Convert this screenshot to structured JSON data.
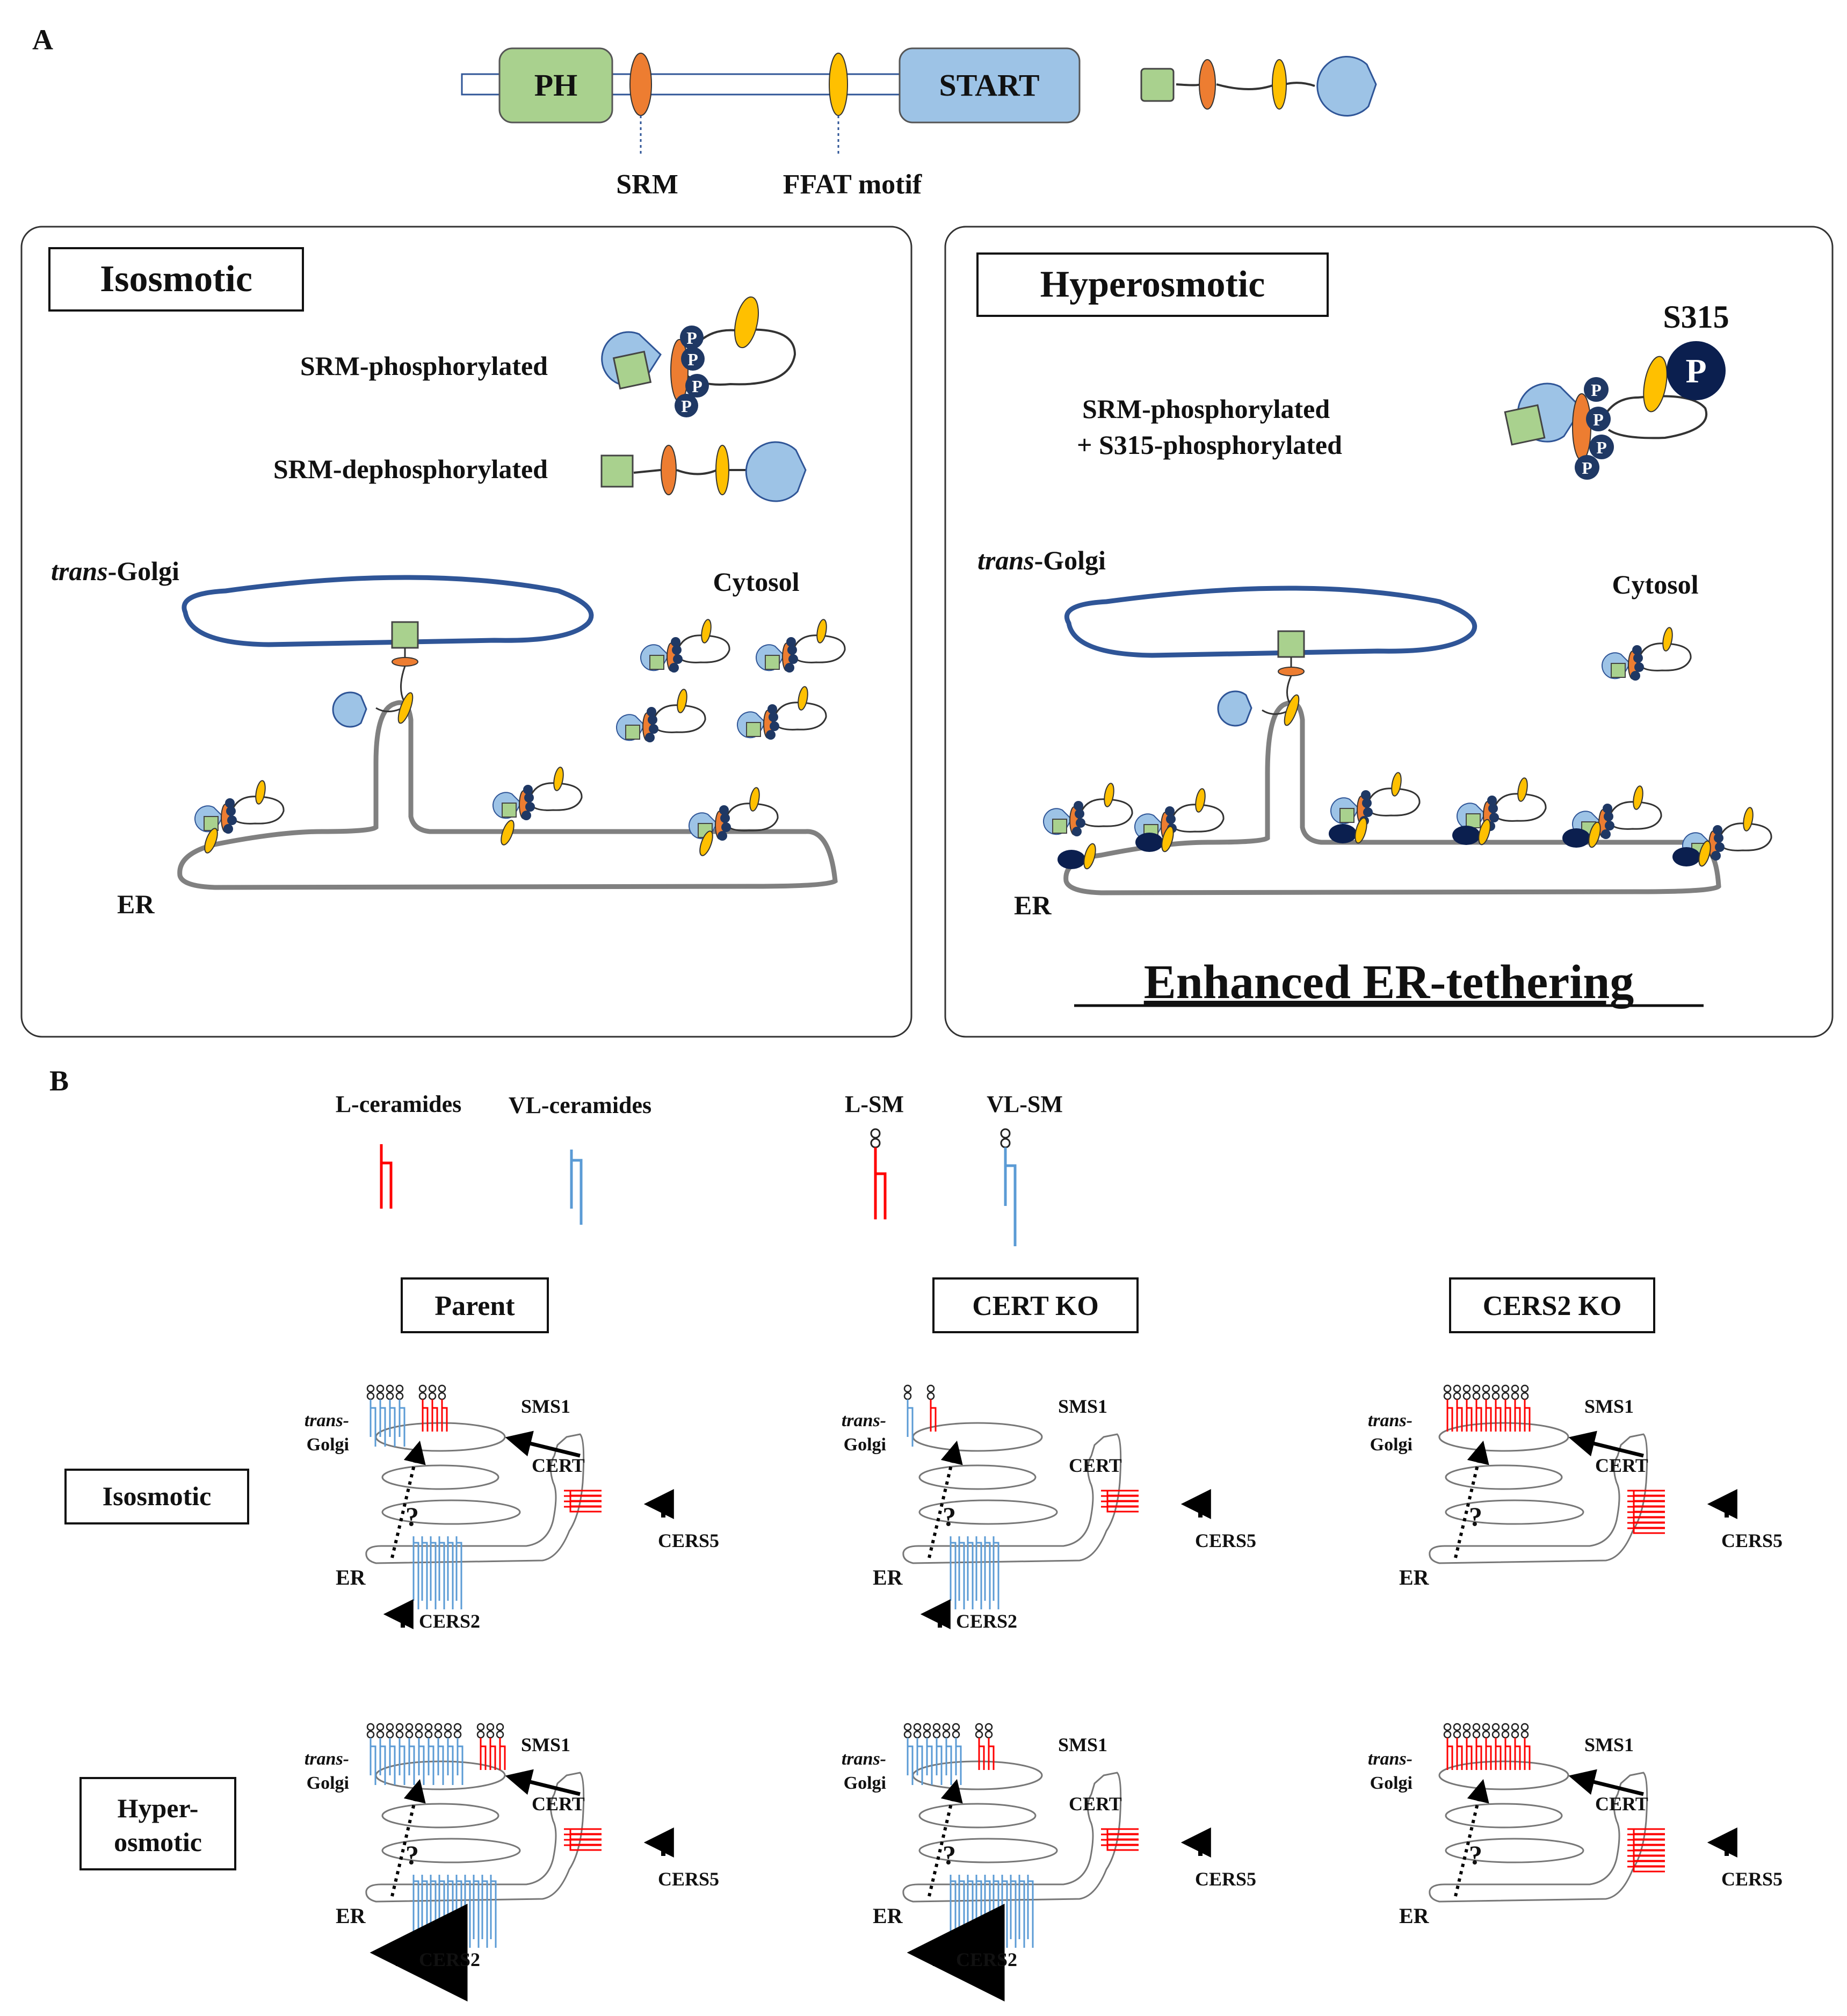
{
  "panel_a": {
    "letter": "A",
    "domains": {
      "ph": "PH",
      "start": "START"
    },
    "motifs": {
      "srm": "SRM",
      "ffat": "FFAT motif"
    },
    "iso": {
      "title": "Isosmotic",
      "srm_phos": "SRM-phosphorylated",
      "srm_dephos": "SRM-dephosphorylated",
      "golgi_italic": "trans",
      "golgi_rest": "-Golgi",
      "cytosol": "Cytosol",
      "er": "ER",
      "p": "P"
    },
    "hyper": {
      "title": "Hyperosmotic",
      "s315": "S315",
      "srm_phos": "SRM-phosphorylated",
      "s315_phos": "+ S315-phosphorylated",
      "golgi_italic": "trans",
      "golgi_rest": "-Golgi",
      "cytosol": "Cytosol",
      "er": "ER",
      "caption": "Enhanced ER-tethering",
      "p": "P"
    }
  },
  "panel_b": {
    "letter": "B",
    "legend": {
      "l_cer": "L-ceramides",
      "vl_cer": "VL-ceramides",
      "l_sm": "L-SM",
      "vl_sm": "VL-SM"
    },
    "columns": [
      "Parent",
      "CERT KO",
      "CERS2 KO"
    ],
    "rows": [
      "Isosmotic",
      "Hyper-\nosmotic"
    ],
    "row_lines": {
      "iso": "Isosmotic",
      "hyper1": "Hyper-",
      "hyper2": "osmotic"
    },
    "labels": {
      "trans": "trans-",
      "golgi": "Golgi",
      "er": "ER",
      "sms1": "SMS1",
      "cert": "CERT",
      "cers2": "CERS2",
      "cers5": "CERS5",
      "question": "?"
    }
  },
  "colors": {
    "ph_green": "#a9d18e",
    "start_blue": "#9dc3e6",
    "srm_orange": "#ed7d31",
    "ffat_yellow": "#ffc000",
    "phospho_navy": "#1f3864",
    "golgi_blue": "#2f5597",
    "er_gray": "#808080",
    "ceramide_red": "#ff0000",
    "ceramide_blue": "#5b9bd5"
  }
}
